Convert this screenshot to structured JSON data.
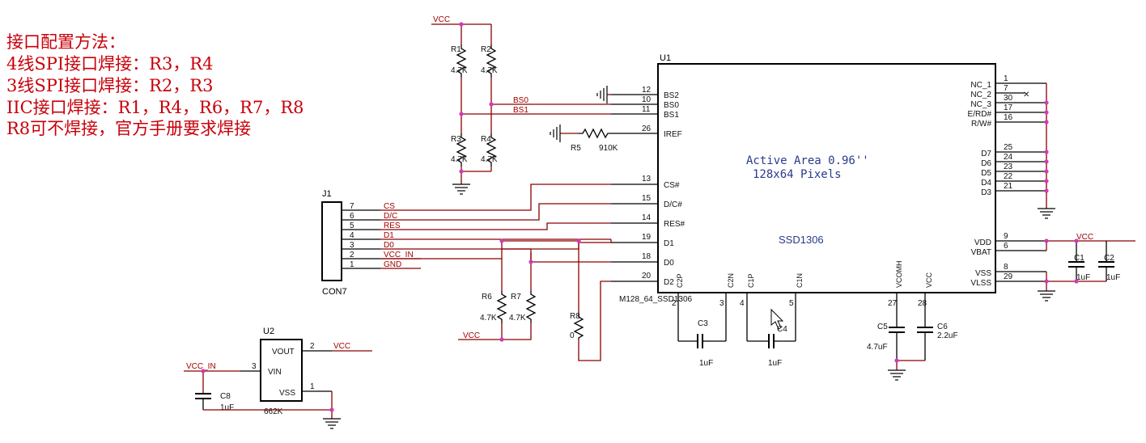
{
  "notes": {
    "title": "接口配置方法：",
    "line1": "4线SPI接口焊接：R3，R4",
    "line2": "3线SPI接口焊接：R2，R3",
    "line3": "IIC接口焊接：R1，R4，R6，R7，R8",
    "line4": "R8可不焊接，官方手册要求焊接"
  },
  "u1": {
    "ref": "U1",
    "part": "M128_64_SSD1306",
    "chip": "SSD1306",
    "area1": "Active Area 0.96''",
    "area2": "128x64 Pixels",
    "left_pins": [
      {
        "num": "12",
        "name": "BS2"
      },
      {
        "num": "10",
        "name": "BS0"
      },
      {
        "num": "11",
        "name": "BS1"
      },
      {
        "num": "26",
        "name": "IREF"
      },
      {
        "num": "13",
        "name": "CS#"
      },
      {
        "num": "15",
        "name": "D/C#"
      },
      {
        "num": "14",
        "name": "RES#"
      },
      {
        "num": "19",
        "name": "D1"
      },
      {
        "num": "18",
        "name": "D0"
      },
      {
        "num": "20",
        "name": "D2"
      }
    ],
    "right_pins": [
      {
        "num": "1",
        "name": "NC_1"
      },
      {
        "num": "7",
        "name": "NC_2"
      },
      {
        "num": "30",
        "name": "NC_3"
      },
      {
        "num": "17",
        "name": "E/RD#"
      },
      {
        "num": "16",
        "name": "R/W#"
      },
      {
        "num": "25",
        "name": "D7"
      },
      {
        "num": "24",
        "name": "D6"
      },
      {
        "num": "23",
        "name": "D5"
      },
      {
        "num": "22",
        "name": "D4"
      },
      {
        "num": "21",
        "name": "D3"
      },
      {
        "num": "9",
        "name": "VDD"
      },
      {
        "num": "6",
        "name": "VBAT"
      },
      {
        "num": "8",
        "name": "VSS"
      },
      {
        "num": "29",
        "name": "VLSS"
      }
    ],
    "bottom_pins": [
      {
        "num": "2",
        "name": "C2P"
      },
      {
        "num": "3",
        "name": "C2N"
      },
      {
        "num": "4",
        "name": "C1P"
      },
      {
        "num": "5",
        "name": "C1N"
      },
      {
        "num": "27",
        "name": "VCOMH"
      },
      {
        "num": "28",
        "name": "VCC"
      }
    ]
  },
  "j1": {
    "ref": "J1",
    "part": "CON7",
    "pins": [
      {
        "num": "7",
        "net": "CS"
      },
      {
        "num": "6",
        "net": "D/C"
      },
      {
        "num": "5",
        "net": "RES"
      },
      {
        "num": "4",
        "net": "D1"
      },
      {
        "num": "3",
        "net": "D0"
      },
      {
        "num": "2",
        "net": "VCC_IN"
      },
      {
        "num": "1",
        "net": "GND"
      }
    ]
  },
  "u2": {
    "ref": "U2",
    "part": "662K",
    "pins": [
      {
        "num": "2",
        "name": "VOUT"
      },
      {
        "num": "3",
        "name": "VIN"
      },
      {
        "num": "1",
        "name": "VSS"
      }
    ]
  },
  "resistors": [
    {
      "ref": "R1",
      "value": "4.7K"
    },
    {
      "ref": "R2",
      "value": "4.7K"
    },
    {
      "ref": "R3",
      "value": "4.7K"
    },
    {
      "ref": "R4",
      "value": "4.7K"
    },
    {
      "ref": "R5",
      "value": "910K"
    },
    {
      "ref": "R6",
      "value": "4.7K"
    },
    {
      "ref": "R7",
      "value": "4.7K"
    },
    {
      "ref": "R8",
      "value": "0"
    }
  ],
  "capacitors": [
    {
      "ref": "C1",
      "value": "1uF"
    },
    {
      "ref": "C2",
      "value": "1uF"
    },
    {
      "ref": "C3",
      "value": "1uF"
    },
    {
      "ref": "C4",
      "value": "1uF"
    },
    {
      "ref": "C5",
      "value": "4.7uF"
    },
    {
      "ref": "C6",
      "value": "2.2uF"
    },
    {
      "ref": "C8",
      "value": "1uF"
    }
  ],
  "nets": {
    "vcc": "VCC",
    "vcc_in": "VCC_IN",
    "bs0": "BS0",
    "bs1": "BS1"
  }
}
